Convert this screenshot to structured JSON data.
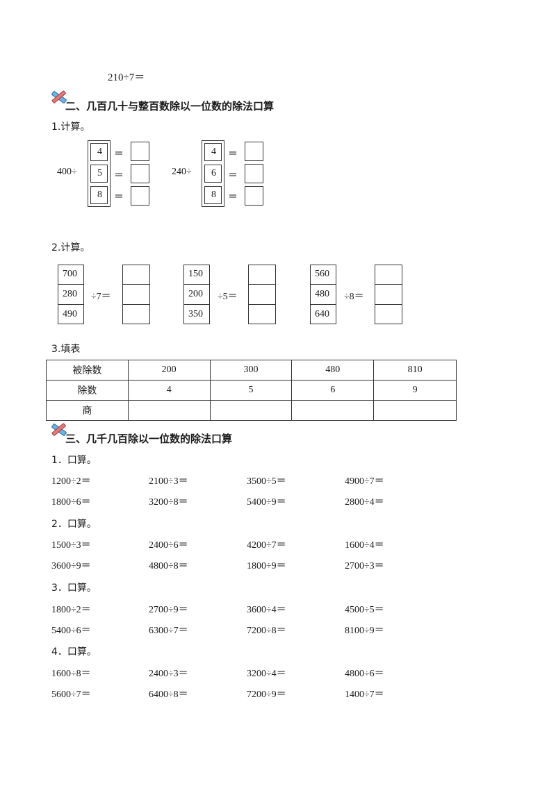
{
  "top_line": "210÷7＝",
  "section2": {
    "title": "二、几百几十与整百数除以一位数的除法口算",
    "q1_label": "1.计算。",
    "q1_groups": [
      {
        "dividend": "400",
        "op": "÷",
        "divisors": [
          "4",
          "5",
          "8"
        ],
        "eq": "＝"
      },
      {
        "dividend": "240",
        "op": "÷",
        "divisors": [
          "4",
          "6",
          "8"
        ],
        "eq": "＝"
      }
    ],
    "q2_label": "2.计算。",
    "q2_groups": [
      {
        "dividends": [
          "700",
          "280",
          "490"
        ],
        "divisor_text": "÷7＝"
      },
      {
        "dividends": [
          "150",
          "200",
          "350"
        ],
        "divisor_text": "÷5＝"
      },
      {
        "dividends": [
          "560",
          "480",
          "640"
        ],
        "divisor_text": "÷8＝"
      }
    ],
    "q3_label": "3.填表",
    "table": {
      "rows": [
        {
          "header": "被除数",
          "values": [
            "200",
            "300",
            "480",
            "810"
          ]
        },
        {
          "header": "除数",
          "values": [
            "4",
            "5",
            "6",
            "9"
          ]
        },
        {
          "header": "商",
          "values": [
            "",
            "",
            "",
            ""
          ]
        }
      ]
    }
  },
  "section3": {
    "title": "三、几千几百除以一位数的除法口算",
    "groups": [
      {
        "label": "1．口算。",
        "rows": [
          [
            "1200÷2＝",
            "2100÷3＝",
            "3500÷5＝",
            "4900÷7＝"
          ],
          [
            "1800÷6＝",
            "3200÷8＝",
            "5400÷9＝",
            "2800÷4＝"
          ]
        ]
      },
      {
        "label": "2．口算。",
        "rows": [
          [
            "1500÷3＝",
            "2400÷6＝",
            "4200÷7＝",
            "1600÷4＝"
          ],
          [
            "3600÷9＝",
            "4800÷8＝",
            "1800÷9＝",
            "2700÷3＝"
          ]
        ]
      },
      {
        "label": "3．口算。",
        "rows": [
          [
            "1800÷2＝",
            "2700÷9＝",
            "3600÷4＝",
            "4500÷5＝"
          ],
          [
            "5400÷6＝",
            "6300÷7＝",
            "7200÷8＝",
            "8100÷9＝"
          ]
        ]
      },
      {
        "label": "4．口算。",
        "rows": [
          [
            "1600÷8＝",
            "2400÷3＝",
            "3200÷4＝",
            "4800÷6＝"
          ],
          [
            "5600÷7＝",
            "6400÷8＝",
            "7200÷9＝",
            "1400÷7＝"
          ]
        ]
      }
    ]
  },
  "icons": {
    "section_icon": "pencil-ruler-icon"
  }
}
